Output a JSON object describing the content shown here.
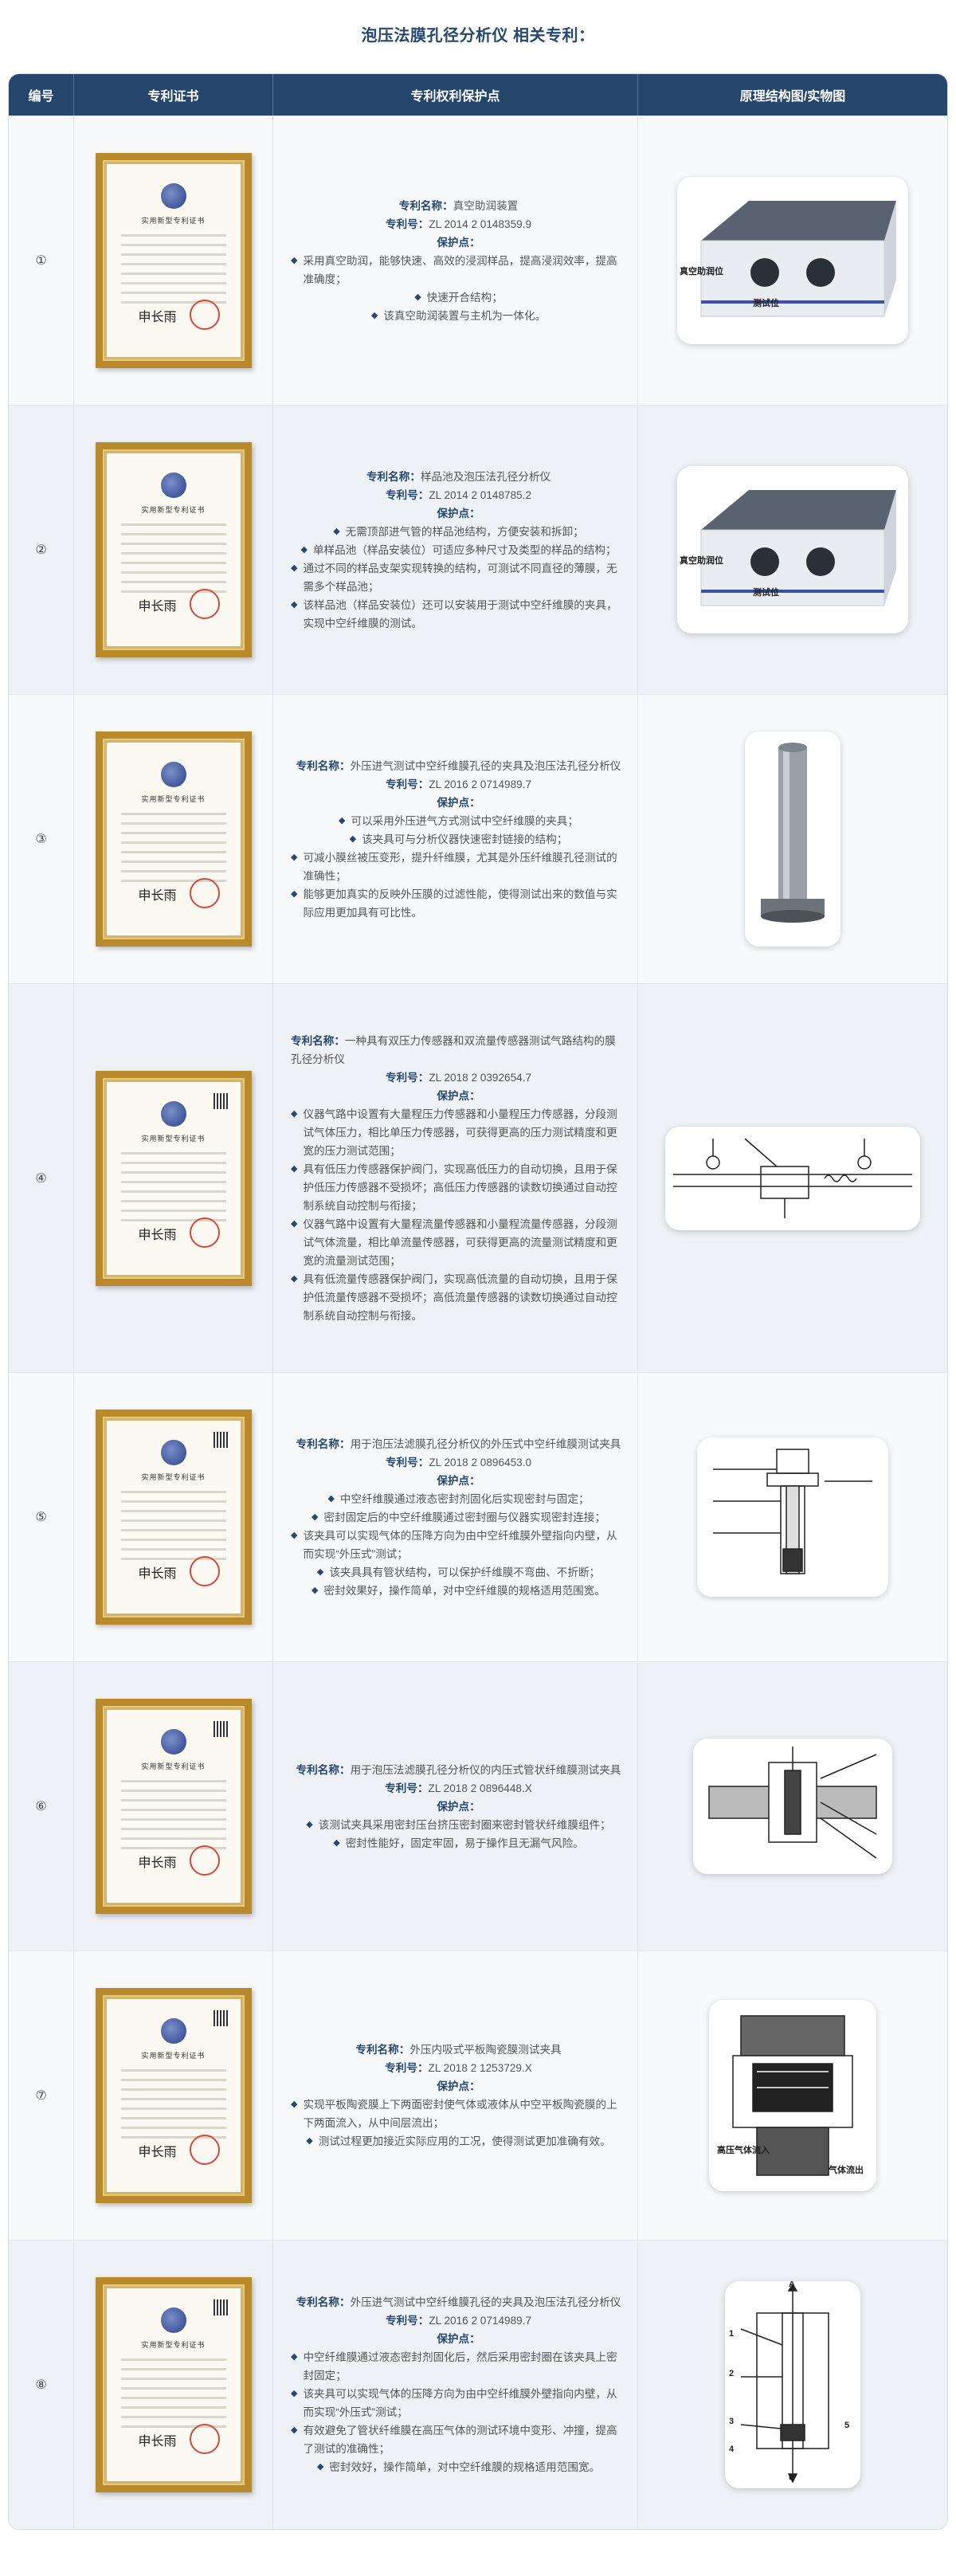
{
  "title": "泡压法膜孔径分析仪 相关专利：",
  "headers": {
    "num": "编号",
    "cert": "专利证书",
    "claims": "专利权利保护点",
    "image": "原理结构图/实物图"
  },
  "labels": {
    "name": "专利名称：",
    "number": "专利号：",
    "protect": "保护点："
  },
  "cert": {
    "title_utility": "实用新型专利证书",
    "signature": "申长雨"
  },
  "rows": [
    {
      "num": "①",
      "name": "真空助润装置",
      "number": "ZL 2014 2 0148359.9",
      "points": [
        "采用真空助润，能够快速、高效的浸润样品，提高浸润效率，提高准确度；",
        "快速开合结构；",
        "该真空助润装置与主机为一体化。"
      ],
      "img_labels": [
        "真空助润位",
        "测试位"
      ]
    },
    {
      "num": "②",
      "name": "样品池及泡压法孔径分析仪",
      "number": "ZL 2014 2 0148785.2",
      "points": [
        "无需顶部进气管的样品池结构，方便安装和拆卸；",
        "单样品池（样品安装位）可适应多种尺寸及类型的样品的结构；",
        "通过不同的样品支架实现转换的结构，可测试不同直径的薄膜，无需多个样品池；",
        "该样品池（样品安装位）还可以安装用于测试中空纤维膜的夹具，实现中空纤维膜的测试。"
      ],
      "img_labels": [
        "真空助润位",
        "测试位"
      ]
    },
    {
      "num": "③",
      "name": "外压进气测试中空纤维膜孔径的夹具及泡压法孔径分析仪",
      "number": "ZL 2016 2 0714989.7",
      "points": [
        "可以采用外压进气方式测试中空纤维膜的夹具；",
        "该夹具可与分析仪器快速密封链接的结构；",
        "可减小膜丝被压变形，提升纤维膜，尤其是外压纤维膜孔径测试的准确性；",
        "能够更加真实的反映外压膜的过滤性能，使得测试出来的数值与实际应用更加具有可比性。"
      ],
      "img_labels": []
    },
    {
      "num": "④",
      "name": "一种具有双压力传感器和双流量传感器测试气路结构的膜孔径分析仪",
      "number": "ZL 2018 2 0392654.7",
      "points": [
        "仪器气路中设置有大量程压力传感器和小量程压力传感器，分段测试气体压力，相比单压力传感器，可获得更高的压力测试精度和更宽的压力测试范围；",
        "具有低压力传感器保护阀门，实现高低压力的自动切换，且用于保护低压力传感器不受损坏；高低压力传感器的读数切换通过自动控制系统自动控制与衔接；",
        "仪器气路中设置有大量程流量传感器和小量程流量传感器，分段测试气体流量，相比单流量传感器，可获得更高的流量测试精度和更宽的流量测试范围；",
        "具有低流量传感器保护阀门，实现高低流量的自动切换，且用于保护低流量传感器不受损坏；高低流量传感器的读数切换通过自动控制系统自动控制与衔接。"
      ],
      "img_labels": []
    },
    {
      "num": "⑤",
      "name": "用于泡压法滤膜孔径分析仪的外压式中空纤维膜测试夹具",
      "number": "ZL 2018 2 0896453.0",
      "points": [
        "中空纤维膜通过液态密封剂固化后实现密封与固定；",
        "密封固定后的中空纤维膜通过密封圈与仪器实现密封连接；",
        "该夹具可以实现气体的压降方向为由中空纤维膜外壁指向内壁，从而实现“外压式”测试；",
        "该夹具具有管状结构，可以保护纤维膜不弯曲、不折断；",
        "密封效果好，操作简单，对中空纤维膜的规格适用范围宽。"
      ],
      "img_labels": []
    },
    {
      "num": "⑥",
      "name": "用于泡压法滤膜孔径分析仪的内压式管状纤维膜测试夹具",
      "number": "ZL 2018 2 0896448.X",
      "points": [
        "该测试夹具采用密封压台挤压密封圈来密封管状纤维膜组件；",
        "密封性能好，固定牢固，易于操作且无漏气风险。"
      ],
      "img_labels": []
    },
    {
      "num": "⑦",
      "name": "外压内吸式平板陶瓷膜测试夹具",
      "number": "ZL 2018 2 1253729.X",
      "points": [
        "实现平板陶瓷膜上下两面密封使气体或液体从中空平板陶瓷膜的上下两面流入，从中间层流出；",
        "测试过程更加接近实际应用的工况，使得测试更加准确有效。"
      ],
      "img_labels": [
        "高压气体流入",
        "气体流出"
      ]
    },
    {
      "num": "⑧",
      "name": "外压进气测试中空纤维膜孔径的夹具及泡压法孔径分析仪",
      "number": "ZL 2016 2 0714989.7",
      "points": [
        "中空纤维膜通过液态密封剂固化后，然后采用密封圈在该夹具上密封固定；",
        "该夹具可以实现气体的压降方向为由中空纤维膜外壁指向内壁，从而实现“外压式”测试；",
        "有效避免了管状纤维膜在高压气体的测试环境中变形、冲撞，提高了测试的准确性；",
        "密封效好，操作简单，对中空纤维膜的规格适用范围宽。"
      ],
      "img_labels": [
        "A",
        "B",
        "1",
        "2",
        "3",
        "4",
        "5"
      ]
    }
  ]
}
